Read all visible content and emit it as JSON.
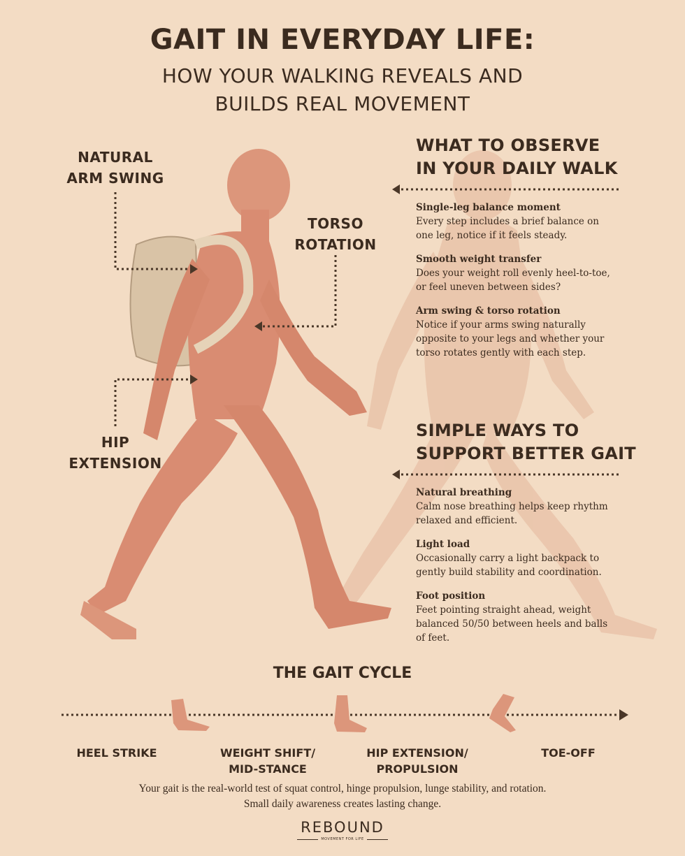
{
  "title": "GAIT IN EVERYDAY LIFE:",
  "subtitle": [
    "HOW YOUR WALKING REVEALS AND",
    "BUILDS REAL MOVEMENT"
  ],
  "figure_labels": {
    "arm_swing": [
      "NATURAL",
      "ARM SWING"
    ],
    "torso_rotation": [
      "TORSO",
      "ROTATION"
    ],
    "hip_extension": [
      "HIP",
      "EXTENSION"
    ]
  },
  "observe": {
    "heading": [
      "WHAT TO OBSERVE",
      "IN YOUR DAILY WALK"
    ],
    "items": [
      {
        "title": "Single-leg balance moment",
        "text": "Every step includes a brief balance on one leg, notice if it feels steady."
      },
      {
        "title": "Smooth weight transfer",
        "text": "Does your weight roll evenly heel-to-toe, or feel uneven between sides?"
      },
      {
        "title": "Arm swing & torso rotation",
        "text": "Notice if your arms swing naturally opposite to your legs and whether your torso rotates gently with each step."
      }
    ]
  },
  "support": {
    "heading": [
      "SIMPLE WAYS TO",
      "SUPPORT BETTER GAIT"
    ],
    "items": [
      {
        "title": "Natural breathing",
        "text": "Calm nose breathing helps keep rhythm relaxed and efficient."
      },
      {
        "title": "Light load",
        "text": "Occasionally carry a light backpack to gently build stability and coordination."
      },
      {
        "title": "Foot position",
        "text": "Feet pointing straight ahead, weight balanced 50/50 between heels and balls of feet."
      }
    ]
  },
  "gait_cycle": {
    "heading": "THE GAIT CYCLE",
    "phases": [
      [
        "HEEL STRIKE",
        ""
      ],
      [
        "WEIGHT SHIFT/",
        "MID-STANCE"
      ],
      [
        "HIP EXTENSION/",
        "PROPULSION"
      ],
      [
        "TOE-OFF",
        ""
      ]
    ]
  },
  "footer": [
    "Your gait is the real-world test of squat control, hinge propulsion, lunge stability, and rotation.",
    "Small daily awareness creates lasting change."
  ],
  "logo": {
    "name": "REBOUND",
    "tagline": "MOVEMENT FOR LIFE"
  },
  "colors": {
    "background": "#f3dcc4",
    "text": "#3b2b1f",
    "muscle": "#d98c72",
    "arrow": "#4a3728"
  }
}
